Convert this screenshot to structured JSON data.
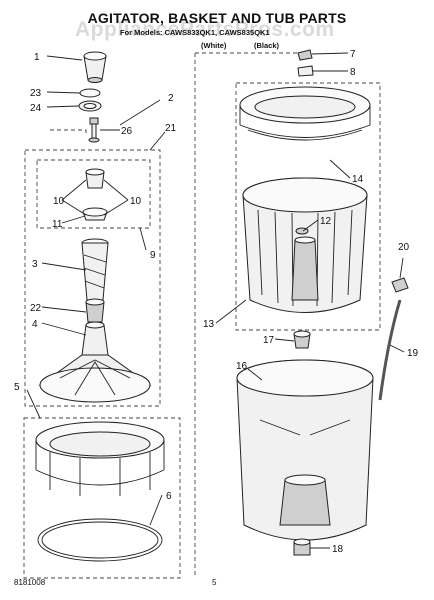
{
  "title": "AGITATOR, BASKET AND TUB PARTS",
  "subtitle": "For Models: CAWS833QK1, CAWS835QK1",
  "watermark": "AppliancePartsPros.com",
  "color_labels": [
    "(White)",
    "(Black)"
  ],
  "callouts": [
    "1",
    "2",
    "3",
    "4",
    "5",
    "6",
    "7",
    "8",
    "9",
    "10",
    "10",
    "11",
    "12",
    "13",
    "14",
    "16",
    "17",
    "18",
    "19",
    "20",
    "21",
    "22",
    "23",
    "24",
    "26"
  ],
  "footer": {
    "doc_number": "8181008",
    "page": "5"
  }
}
